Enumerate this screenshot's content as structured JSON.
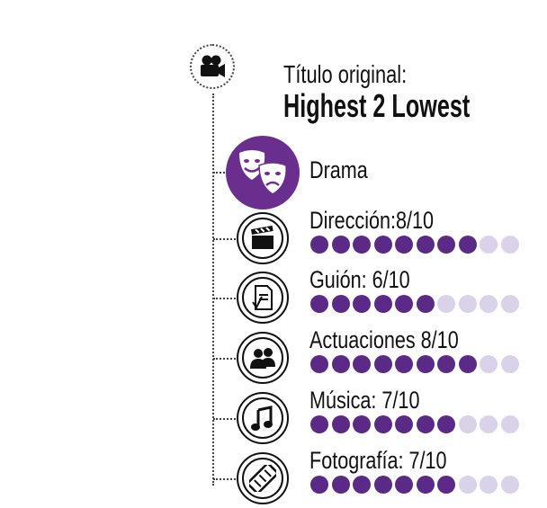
{
  "title": {
    "label": "Título original:",
    "value": "Highest 2 Lowest"
  },
  "genre": {
    "label": "Drama",
    "icon": "theater-masks-icon"
  },
  "colors": {
    "accent": "#6a2e8f",
    "dot_filled": "#5b2a86",
    "dot_empty": "#d9d2e9"
  },
  "dot_total": 10,
  "categories": [
    {
      "id": "direccion",
      "label": "Dirección:8/10",
      "score": 8,
      "max": 10,
      "icon": "clapperboard-icon"
    },
    {
      "id": "guion",
      "label": "Guión: 6/10",
      "score": 6,
      "max": 10,
      "icon": "script-document-icon"
    },
    {
      "id": "actuaciones",
      "label": "Actuaciones 8/10",
      "score": 8,
      "max": 10,
      "icon": "actors-people-icon"
    },
    {
      "id": "musica",
      "label": "Música: 7/10",
      "score": 7,
      "max": 10,
      "icon": "music-note-icon"
    },
    {
      "id": "fotografia",
      "label": "Fotografía: 7/10",
      "score": 7,
      "max": 10,
      "icon": "film-strip-icon"
    }
  ]
}
